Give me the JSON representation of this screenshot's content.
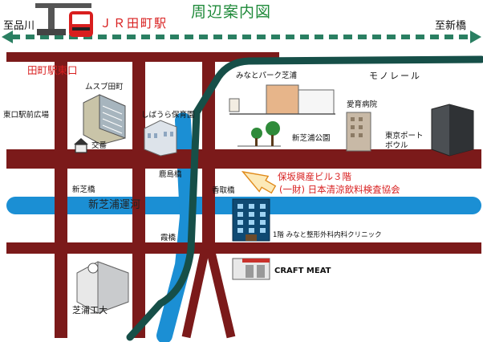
{
  "title": "周辺案内図",
  "directions": {
    "left": "至品川",
    "right": "至新橋"
  },
  "station": {
    "name": "ＪＲ田町駅",
    "exit": "田町駅東口",
    "plaza": "東口駅前広場"
  },
  "landmarks": {
    "musupu": "ムスブ田町",
    "koban": "交番",
    "nursery": "しばうら保育園",
    "minato_park": "みなとパーク芝浦",
    "park": "新芝浦公園",
    "hospital": "愛育病院",
    "bowling": "東京ポート\nボウル",
    "university": "芝浦工大",
    "craft": "CRAFT MEAT",
    "clinic": "1階 みなと整形外科内科クリニック"
  },
  "bridges": {
    "kashima": "鹿島橋",
    "katori": "香取橋",
    "shinshiba": "新芝橋",
    "kasumi": "霞橋"
  },
  "canal": "新芝浦運河",
  "monorail": "モノレール",
  "destination": {
    "building": "保坂興産ビル３階",
    "org": "(一財) 日本清涼飲料検査協会"
  },
  "colors": {
    "road": "#7b1a1a",
    "canal": "#1b8fd4",
    "monorail": "#164f48",
    "rail": "#2a7f62",
    "accent_red": "#d81e1e",
    "title_green": "#1f8a3a"
  }
}
